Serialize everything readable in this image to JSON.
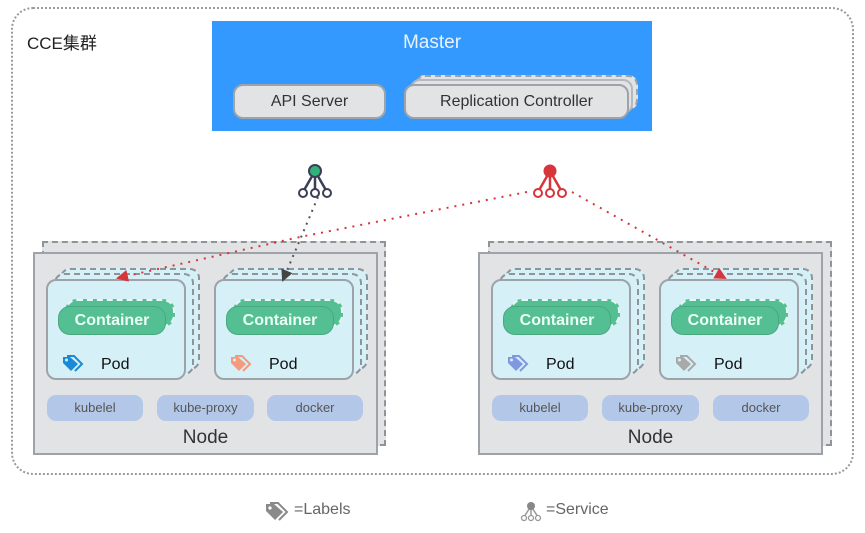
{
  "cluster": {
    "title": "CCE集群"
  },
  "master": {
    "title": "Master",
    "components": [
      "API Server",
      "Replication Controller"
    ]
  },
  "services": [
    {
      "icon": "service-icon",
      "color": "#2fb37a",
      "stroke": "#3a3f55"
    },
    {
      "icon": "service-icon",
      "color": "#d6353b",
      "stroke": "#d6353b"
    }
  ],
  "nodes": [
    {
      "label": "Node",
      "pods": [
        {
          "container": "Container",
          "label": "Pod",
          "tag_color": "#1a8ad6"
        },
        {
          "container": "Container",
          "label": "Pod",
          "tag_color": "#f59a7c"
        }
      ],
      "components": [
        "kubelel",
        "kube-proxy",
        "docker"
      ]
    },
    {
      "label": "Node",
      "pods": [
        {
          "container": "Container",
          "label": "Pod",
          "tag_color": "#7f98e0"
        },
        {
          "container": "Container",
          "label": "Pod",
          "tag_color": "#a9a9a9"
        }
      ],
      "components": [
        "kubelel",
        "kube-proxy",
        "docker"
      ]
    }
  ],
  "legend": {
    "labels_text": "=Labels",
    "service_text": "=Service"
  }
}
